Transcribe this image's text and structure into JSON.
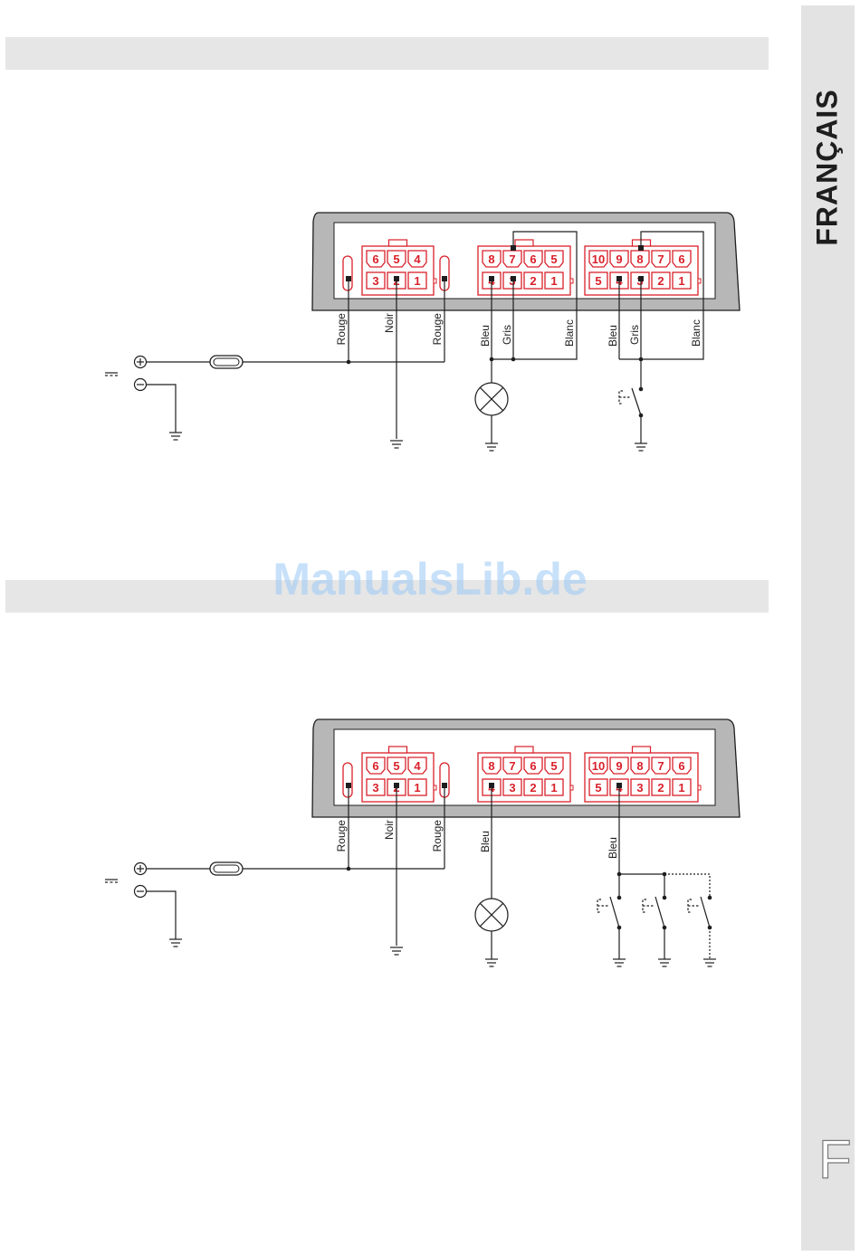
{
  "sidebar": {
    "language": "FRANÇAIS",
    "letter": "F"
  },
  "watermark": "ManualsLib.de",
  "dc_symbol": "⎓",
  "connectors": {
    "six_pin": {
      "top": [
        "6",
        "5",
        "4"
      ],
      "bottom": [
        "3",
        "2",
        "1"
      ]
    },
    "eight_pin": {
      "top": [
        "8",
        "7",
        "6",
        "5"
      ],
      "bottom": [
        "4",
        "3",
        "2",
        "1"
      ]
    },
    "ten_pin": {
      "top": [
        "10",
        "9",
        "8",
        "7",
        "6"
      ],
      "bottom": [
        "5",
        "4",
        "3",
        "2",
        "1"
      ]
    }
  },
  "diagram1": {
    "wires": {
      "rouge_left": "Rouge",
      "noir": "Noir",
      "rouge_right": "Rouge",
      "bleu_a": "Bleu",
      "gris_a": "Gris",
      "blanc_a": "Blanc",
      "bleu_b": "Bleu",
      "gris_b": "Gris",
      "blanc_b": "Blanc"
    }
  },
  "diagram2": {
    "wires": {
      "rouge_left": "Rouge",
      "noir": "Noir",
      "rouge_right": "Rouge",
      "bleu_a": "Bleu",
      "bleu_b": "Bleu"
    }
  }
}
